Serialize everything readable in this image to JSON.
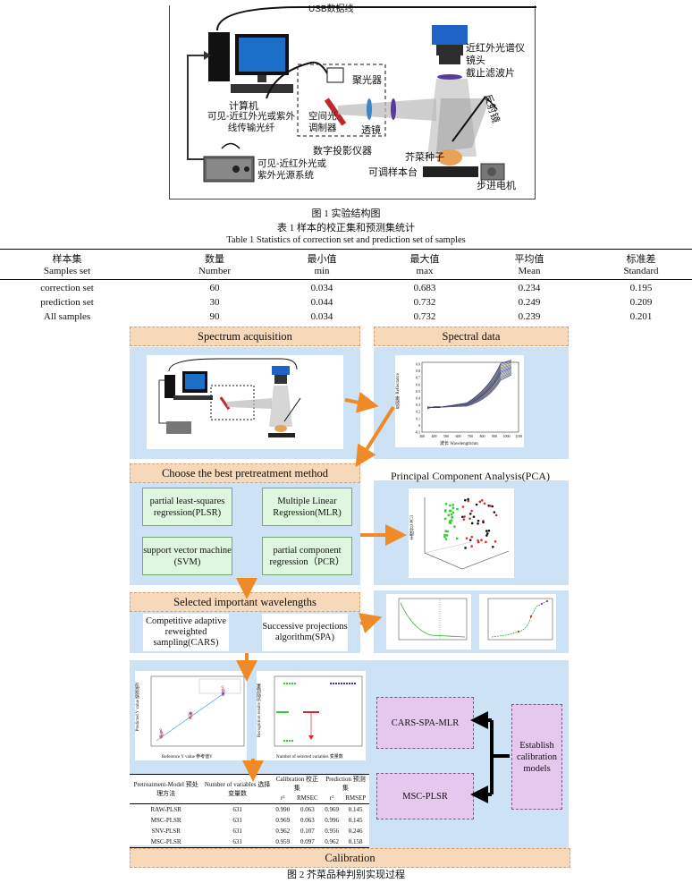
{
  "figure1": {
    "usb_label": "USB数据线",
    "spectrometer": "近红外光谱仪",
    "lens_head": "镜头",
    "cutoff_filter": "截止滤波片",
    "condenser": "聚光器",
    "slm": "空间光调制器",
    "lens": "透镜",
    "dlp": "数字投影仪器",
    "mirror": "反射镜",
    "computer": "计算机",
    "fiber": "可见-近红外光或紫外线传输光纤",
    "light_source": "可见-近红外光或紫外光源系统",
    "seed": "芥菜种子",
    "stage": "可调样本台",
    "motor": "步进电机",
    "caption": "图 1  实验结构图"
  },
  "table1": {
    "title_cn": "表 1  样本的校正集和预测集统计",
    "title_en": "Table 1 Statistics of correction set and prediction set of samples",
    "headers_cn": [
      "样本集",
      "数量",
      "最小值",
      "最大值",
      "平均值",
      "标准差"
    ],
    "headers_en": [
      "Samples set",
      "Number",
      "min",
      "max",
      "Mean",
      "Standard"
    ],
    "rows": [
      [
        "correction set",
        "60",
        "0.034",
        "0.683",
        "0.234",
        "0.195"
      ],
      [
        "prediction set",
        "30",
        "0.044",
        "0.732",
        "0.249",
        "0.209"
      ],
      [
        "All samples",
        "90",
        "0.034",
        "0.732",
        "0.239",
        "0.201"
      ]
    ]
  },
  "figure2": {
    "spectrum_acquisition": "Spectrum acquisition",
    "spectral_data": "Spectral data",
    "pretreatment": "Choose the best pretreatment method",
    "pca": "Principal Component Analysis(PCA)",
    "methods": [
      "partial least-squares regression(PLSR)",
      "Multiple Linear Regression(MLR)",
      "support vector machine (SVM)",
      "partial component regression（PCR）"
    ],
    "selected_wavelengths": "Selected important wavelengths",
    "cars": "Competitive adaptive reweighted sampling(CARS)",
    "spa": "Successive projections algorithm(SPA)",
    "cars_spa_mlr": "CARS-SPA-MLR",
    "msc_plsr": "MSC-PLSR",
    "establish": "Establish calibration models",
    "calibration": "Calibration",
    "caption": "图 2  芥菜品种判别实现过程",
    "spectral_axis": {
      "ylabel": "反射率 Reflectance",
      "xlabel": "波长 Wavelength/nm",
      "xticks": [
        "300",
        "400",
        "500",
        "600",
        "700",
        "800",
        "900",
        "1000",
        "1100"
      ],
      "yticks": [
        "0.9",
        "0.8",
        "0.7",
        "0.6",
        "0.5",
        "0.4",
        "0.3",
        "0.2",
        "0.1",
        "0",
        "-0.1"
      ]
    },
    "pca_axis": {
      "zlabel": "主成分3 PC3"
    },
    "regression_plot": {
      "xlabel": "Reference Y value 参考值Y",
      "ylabel": "Predicted Y value 预测值Y",
      "xticks": [
        "1.0",
        "1.5",
        "2.0",
        "2.5",
        "3.0"
      ],
      "yticks": [
        "3.5",
        "3.0",
        "2.5",
        "2.0",
        "1.5",
        "1.0",
        "0.5"
      ]
    },
    "recognition_plot": {
      "xlabel": "Number of selected variables 变量数",
      "ylabel": "Recognition results 识别结果",
      "xticks": [
        "0",
        "10",
        "20",
        "30",
        "40",
        "50",
        "60"
      ],
      "yticks": [
        "4",
        "3",
        "2",
        "1"
      ]
    },
    "results_table": {
      "headers": [
        "Pretreatment-Model 预处理方法",
        "Number of variables 选择变量数",
        "r²",
        "RMSEC",
        "r²",
        "RMSEP"
      ],
      "group_headers": [
        "Calibration 校正集",
        "Prediction 预测集"
      ],
      "rows": [
        [
          "RAW-PLSR",
          "631",
          "0.990",
          "0.063",
          "0.969",
          "0.145"
        ],
        [
          "MSC-PLSR",
          "631",
          "0.969",
          "0.063",
          "0.996",
          "0.145"
        ],
        [
          "SNV-PLSR",
          "631",
          "0.962",
          "0.107",
          "0.956",
          "0.246"
        ],
        [
          "MSC-PLSR",
          "631",
          "0.959",
          "0.097",
          "0.962",
          "0.158"
        ]
      ]
    }
  }
}
